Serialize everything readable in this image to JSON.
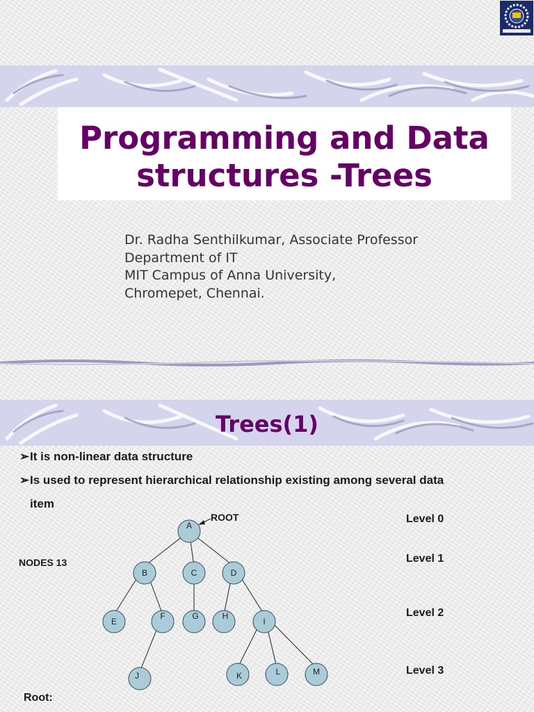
{
  "slide1": {
    "title_line1": "Programming and Data",
    "title_line2": "structures -Trees",
    "author_lines": [
      "Dr. Radha Senthilkumar, Associate Professor",
      "Department of IT",
      "MIT Campus of Anna University,",
      "Chromepet, Chennai."
    ]
  },
  "slide2": {
    "title": "Trees(1)",
    "bullets": [
      "It is non-linear data structure",
      "Is used to represent hierarchical relationship existing among several data",
      "item"
    ],
    "root_label": "ROOT",
    "nodes_label": "NODES 13",
    "levels": [
      "Level 0",
      "Level 1",
      "Level 2",
      "Level 3"
    ],
    "nodes": [
      "A",
      "B",
      "C",
      "D",
      "E",
      "F",
      "G",
      "H",
      "I",
      "J",
      "K",
      "L",
      "M"
    ],
    "footer": "Root:"
  },
  "colors": {
    "title": "#660066",
    "node_fill": "#a9ccd8",
    "band": "#d2d2ea"
  }
}
